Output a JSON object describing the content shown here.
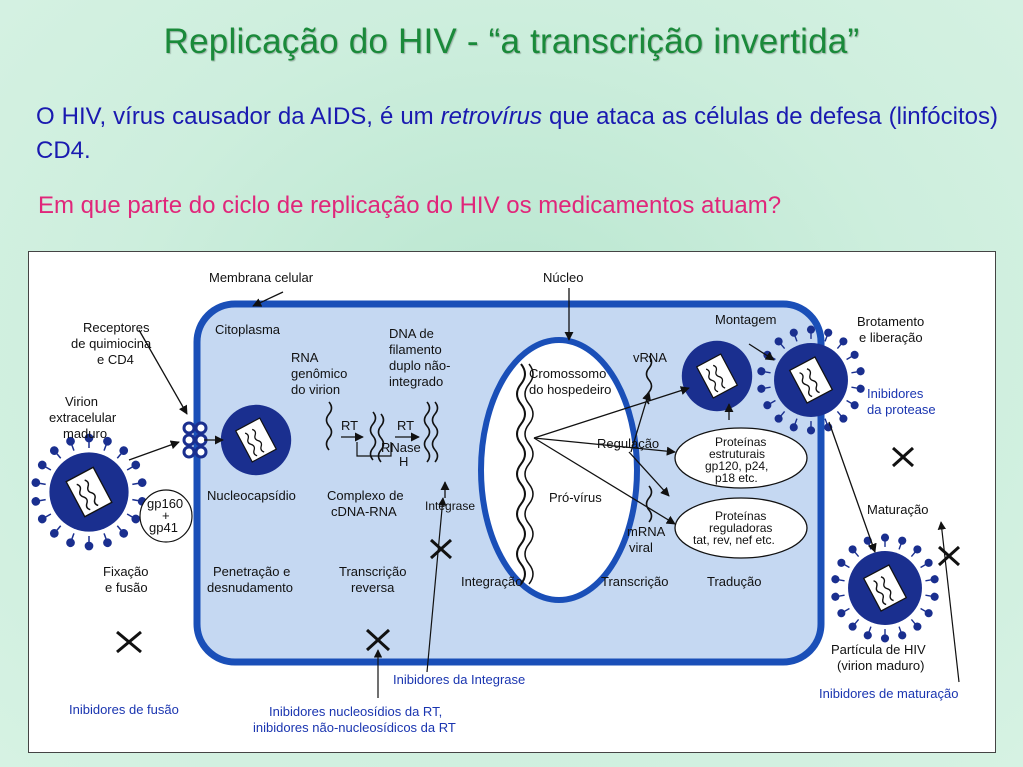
{
  "title": "Replicação do HIV - “a transcrição invertida”",
  "intro": {
    "part1": "O HIV, vírus causador da AIDS, é um ",
    "emphasis": "retrovírus",
    "part2": " que ataca as células de defesa (linfócitos) CD4."
  },
  "question": "Em que parte do ciclo de replicação do HIV os medicamentos atuam?",
  "diagram": {
    "labels": {
      "membrana": "Membrana celular",
      "nucleo": "Núcleo",
      "citoplasma": "Citoplasma",
      "receptores": [
        "Receptores",
        "de quimiocina",
        "e CD4"
      ],
      "virion": [
        "Virion",
        "extracelular",
        "maduro"
      ],
      "gp": [
        "gp160",
        "+",
        "gp41"
      ],
      "rna": [
        "RNA",
        "genômico",
        "do virion"
      ],
      "dna": [
        "DNA de",
        "filamento",
        "duplo não-",
        "integrado"
      ],
      "rt1": "RT",
      "rt2": "RT",
      "rnase": [
        "RNase",
        "H"
      ],
      "cromossomo": [
        "Cromossomo",
        "do hospedeiro"
      ],
      "vrna": "vRNA",
      "montagem": "Montagem",
      "brotamento": [
        "Brotamento",
        "e liberação"
      ],
      "inib_protease": [
        "Inibidores",
        "da protease"
      ],
      "regulacao": "Regulação",
      "proteinas_estruturais": [
        "Proteínas",
        "estruturais",
        "gp120, p24,",
        "p18 etc."
      ],
      "provirus": "Pró-vírus",
      "mrna": [
        "mRNA",
        "viral"
      ],
      "proteinas_reguladoras": [
        "Proteínas",
        "reguladoras",
        "tat, rev, nef etc."
      ],
      "maturacao": "Maturação",
      "nucleocapsidio": "Nucleocapsídio",
      "complexo": [
        "Complexo de",
        "cDNA-RNA"
      ],
      "integrase": "Integrase",
      "fixacao": [
        "Fixação",
        "e fusão"
      ],
      "penetracao": [
        "Penetração e",
        "desnudamento"
      ],
      "transcricao_reversa": [
        "Transcrição",
        "reversa"
      ],
      "integracao": "Integração",
      "transcricao": "Transcrição",
      "traducao": "Tradução",
      "particula": [
        "Partícula de HIV",
        "(virion maduro)"
      ],
      "inib_integrase": "Inibidores da Integrase",
      "inib_fusao": "Inibidores de fusão",
      "inib_rt": [
        "Inibidores nucleosídios da RT,",
        "inibidores não-nucleosídicos da RT"
      ],
      "inib_maturacao": "Inibidores de maturação"
    },
    "colors": {
      "cell_fill": "#c5d8f2",
      "cell_stroke": "#1a4fb8",
      "virus_dark": "#1a2f8f",
      "inhibitor_text": "#1a35b0"
    }
  }
}
